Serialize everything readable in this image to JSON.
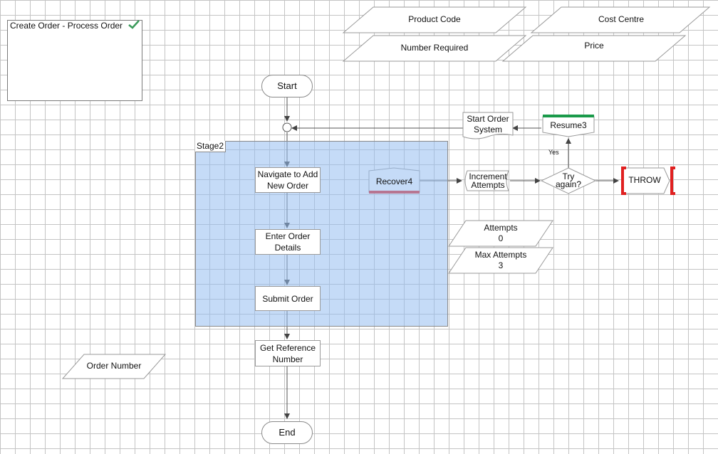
{
  "panel": {
    "title": "Create Order - Process Order",
    "check_icon": "check-icon",
    "check_color": "#3a9a5a"
  },
  "data_items": {
    "product_code": "Product Code",
    "cost_centre": "Cost Centre",
    "number_required": "Number Required",
    "price": "Price",
    "order_number": "Order Number",
    "attempts": "Attempts\n0",
    "max_attempts": "Max Attempts\n3"
  },
  "flow": {
    "start": "Start",
    "end": "End",
    "stage": "Stage2",
    "navigate": "Navigate to Add\nNew Order",
    "enter_details": "Enter Order\nDetails",
    "submit": "Submit Order",
    "get_reference": "Get Reference\nNumber",
    "recover": "Recover4",
    "increment": "Increment\nAttempts",
    "try_again": "Try\nagain?",
    "yes": "Yes",
    "throw": "THROW",
    "resume": "Resume3",
    "start_system": "Start Order\nSystem"
  },
  "colors": {
    "recover_bar": "#e02020",
    "resume_bar": "#1a9a4a",
    "throw_bracket": "#e02020",
    "stage_fill": "#96bef0"
  }
}
